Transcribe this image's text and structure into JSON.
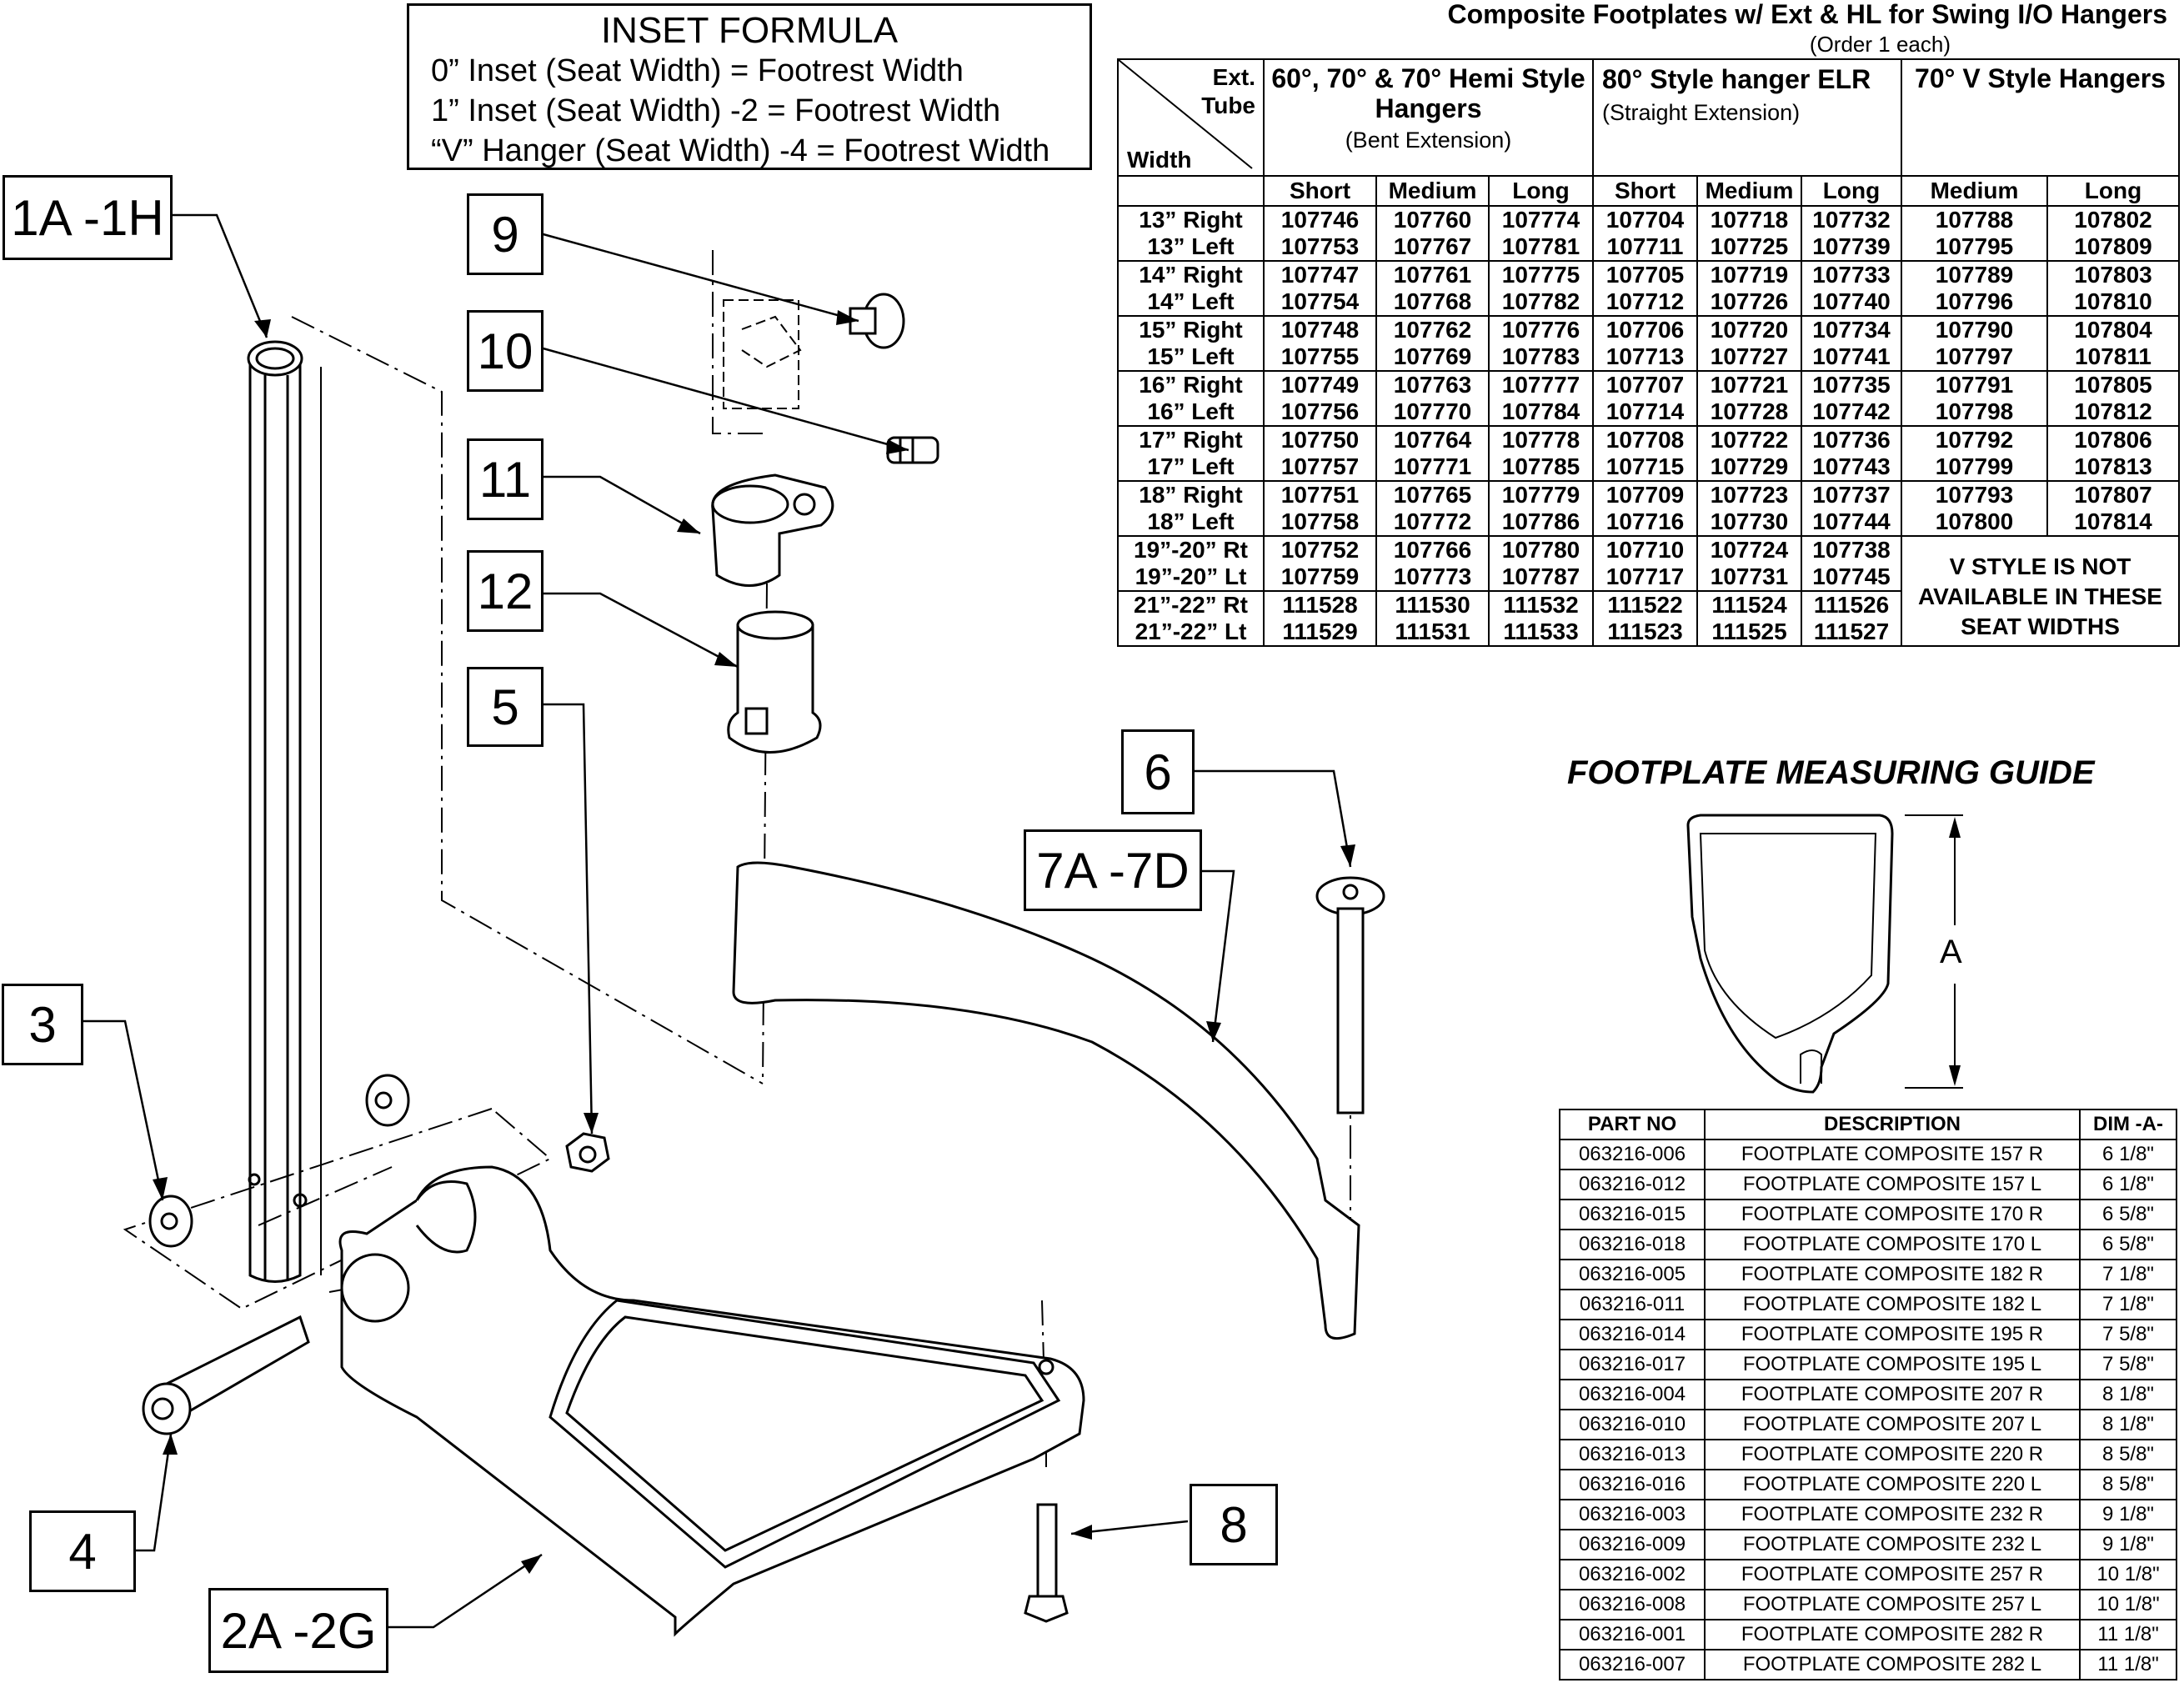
{
  "inset": {
    "title": "INSET FORMULA",
    "lines": [
      "0” Inset (Seat Width) = Footrest Width",
      "1” Inset (Seat Width) -2 = Footrest Width",
      "“V” Hanger (Seat Width) -4 = Footrest Width"
    ]
  },
  "callouts": {
    "c1": "1A -1H",
    "c9": "9",
    "c10": "10",
    "c11": "11",
    "c12": "12",
    "c5": "5",
    "c6": "6",
    "c7": "7A -7D",
    "c3": "3",
    "c4": "4",
    "c8": "8",
    "c2": "2A -2G"
  },
  "composite": {
    "title": "Composite Footplates w/ Ext & HL for Swing I/O Hangers",
    "subtitle": "(Order 1 each)",
    "corner_top": "Ext. Tube",
    "corner_bottom": "Width",
    "group1": "60°, 70° & 70° Hemi Style Hangers",
    "group1_sub": "(Bent Extension)",
    "group2": "80° Style hanger ELR",
    "group2_sub": "(Straight Extension)",
    "group3": "70° V Style Hangers",
    "cols": [
      "Short",
      "Medium",
      "Long",
      "Short",
      "Medium",
      "Long",
      "Medium",
      "Long"
    ],
    "rows": [
      {
        "w": [
          "13” Right",
          "13” Left"
        ],
        "v": [
          [
            "107746",
            "107760",
            "107774",
            "107704",
            "107718",
            "107732",
            "107788",
            "107802"
          ],
          [
            "107753",
            "107767",
            "107781",
            "107711",
            "107725",
            "107739",
            "107795",
            "107809"
          ]
        ]
      },
      {
        "w": [
          "14” Right",
          "14” Left"
        ],
        "v": [
          [
            "107747",
            "107761",
            "107775",
            "107705",
            "107719",
            "107733",
            "107789",
            "107803"
          ],
          [
            "107754",
            "107768",
            "107782",
            "107712",
            "107726",
            "107740",
            "107796",
            "107810"
          ]
        ]
      },
      {
        "w": [
          "15” Right",
          "15” Left"
        ],
        "v": [
          [
            "107748",
            "107762",
            "107776",
            "107706",
            "107720",
            "107734",
            "107790",
            "107804"
          ],
          [
            "107755",
            "107769",
            "107783",
            "107713",
            "107727",
            "107741",
            "107797",
            "107811"
          ]
        ]
      },
      {
        "w": [
          "16” Right",
          "16” Left"
        ],
        "v": [
          [
            "107749",
            "107763",
            "107777",
            "107707",
            "107721",
            "107735",
            "107791",
            "107805"
          ],
          [
            "107756",
            "107770",
            "107784",
            "107714",
            "107728",
            "107742",
            "107798",
            "107812"
          ]
        ]
      },
      {
        "w": [
          "17” Right",
          "17” Left"
        ],
        "v": [
          [
            "107750",
            "107764",
            "107778",
            "107708",
            "107722",
            "107736",
            "107792",
            "107806"
          ],
          [
            "107757",
            "107771",
            "107785",
            "107715",
            "107729",
            "107743",
            "107799",
            "107813"
          ]
        ]
      },
      {
        "w": [
          "18” Right",
          "18” Left"
        ],
        "v": [
          [
            "107751",
            "107765",
            "107779",
            "107709",
            "107723",
            "107737",
            "107793",
            "107807"
          ],
          [
            "107758",
            "107772",
            "107786",
            "107716",
            "107730",
            "107744",
            "107800",
            "107814"
          ]
        ]
      },
      {
        "w": [
          "19”-20” Rt",
          "19”-20” Lt"
        ],
        "v": [
          [
            "107752",
            "107766",
            "107780",
            "107710",
            "107724",
            "107738"
          ],
          [
            "107759",
            "107773",
            "107787",
            "107717",
            "107731",
            "107745"
          ]
        ]
      },
      {
        "w": [
          "21”-22” Rt",
          "21”-22” Lt"
        ],
        "v": [
          [
            "111528",
            "111530",
            "111532",
            "111522",
            "111524",
            "111526"
          ],
          [
            "111529",
            "111531",
            "111533",
            "111523",
            "111525",
            "111527"
          ]
        ]
      }
    ],
    "note": "V STYLE IS NOT AVAILABLE IN THESE SEAT WIDTHS"
  },
  "guide": {
    "title": "FOOTPLATE MEASURING GUIDE",
    "dim_label": "A",
    "headers": [
      "PART NO",
      "DESCRIPTION",
      "DIM -A-"
    ],
    "rows": [
      [
        "063216-006",
        "FOOTPLATE COMPOSITE 157 R",
        "6 1/8\""
      ],
      [
        "063216-012",
        "FOOTPLATE COMPOSITE 157 L",
        "6 1/8\""
      ],
      [
        "063216-015",
        "FOOTPLATE COMPOSITE 170 R",
        "6 5/8\""
      ],
      [
        "063216-018",
        "FOOTPLATE COMPOSITE 170 L",
        "6 5/8\""
      ],
      [
        "063216-005",
        "FOOTPLATE COMPOSITE 182 R",
        "7 1/8\""
      ],
      [
        "063216-011",
        "FOOTPLATE COMPOSITE 182 L",
        "7 1/8\""
      ],
      [
        "063216-014",
        "FOOTPLATE COMPOSITE 195 R",
        "7 5/8\""
      ],
      [
        "063216-017",
        "FOOTPLATE COMPOSITE 195 L",
        "7 5/8\""
      ],
      [
        "063216-004",
        "FOOTPLATE COMPOSITE 207 R",
        "8 1/8\""
      ],
      [
        "063216-010",
        "FOOTPLATE COMPOSITE 207 L",
        "8 1/8\""
      ],
      [
        "063216-013",
        "FOOTPLATE COMPOSITE 220 R",
        "8 5/8\""
      ],
      [
        "063216-016",
        "FOOTPLATE COMPOSITE 220 L",
        "8 5/8\""
      ],
      [
        "063216-003",
        "FOOTPLATE COMPOSITE 232 R",
        "9 1/8\""
      ],
      [
        "063216-009",
        "FOOTPLATE COMPOSITE 232 L",
        "9 1/8\""
      ],
      [
        "063216-002",
        "FOOTPLATE COMPOSITE 257 R",
        "10 1/8\""
      ],
      [
        "063216-008",
        "FOOTPLATE COMPOSITE 257 L",
        "10 1/8\""
      ],
      [
        "063216-001",
        "FOOTPLATE COMPOSITE 282 R",
        "11 1/8\""
      ],
      [
        "063216-007",
        "FOOTPLATE COMPOSITE 282 L",
        "11 1/8\""
      ]
    ]
  }
}
